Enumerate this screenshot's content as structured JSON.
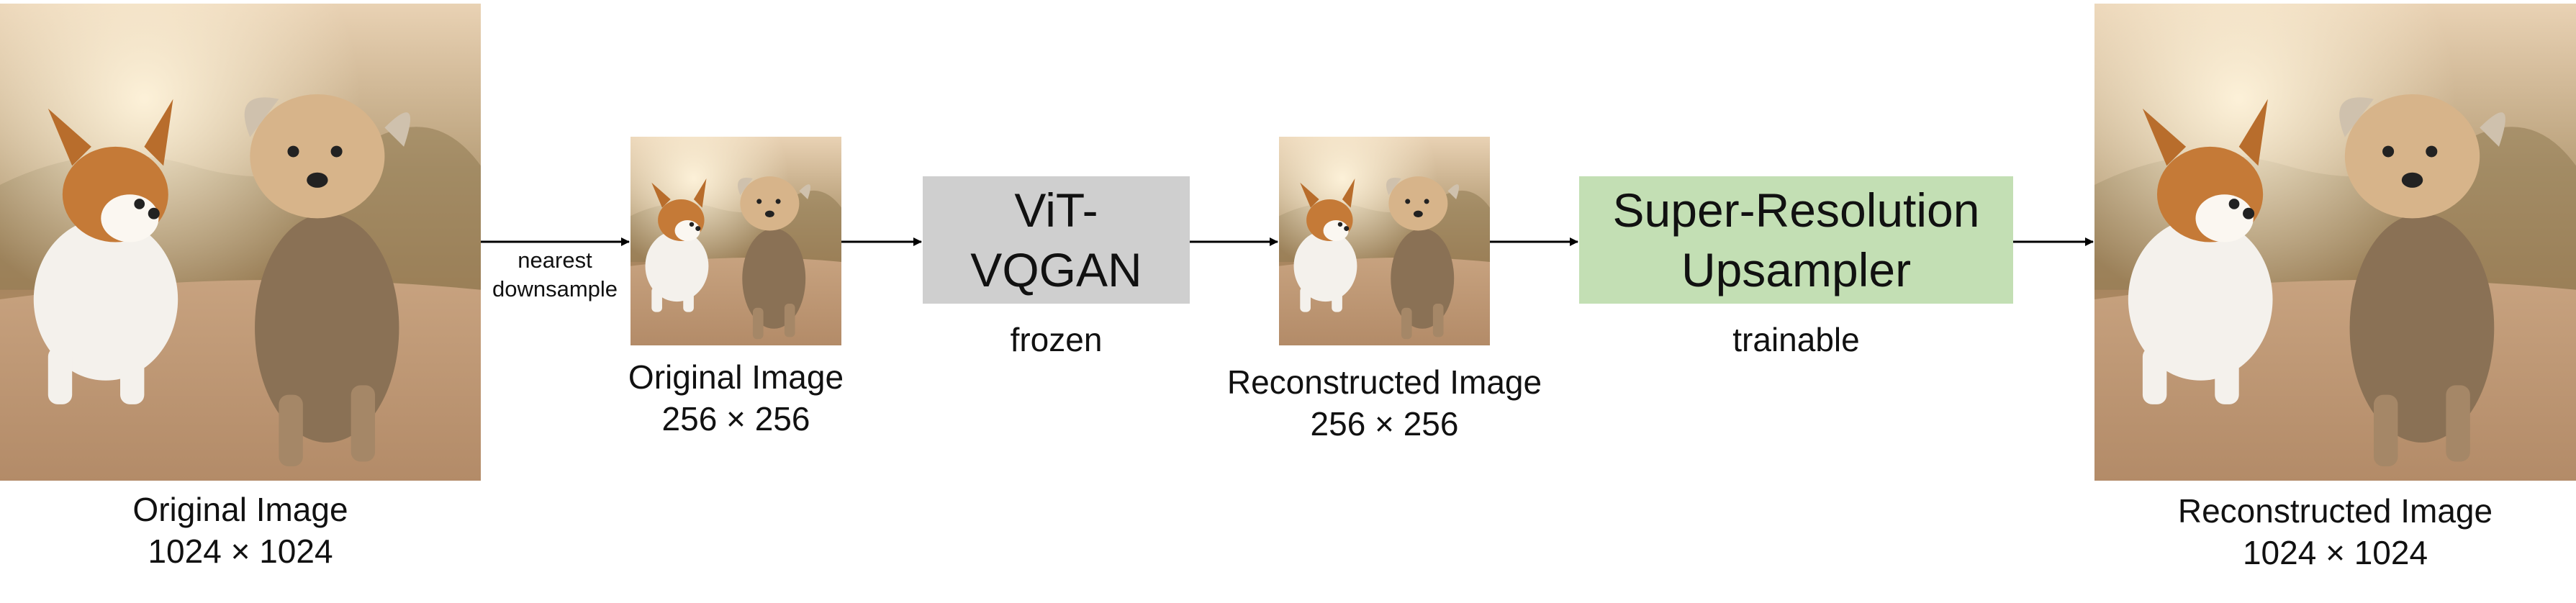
{
  "nodes": {
    "input_image": {
      "caption": "Original Image",
      "size": "1024 × 1024"
    },
    "downsampled_image": {
      "caption": "Original Image",
      "size": "256 × 256"
    },
    "vit_vqgan": {
      "line1": "ViT-",
      "line2": "VQGAN",
      "status": "frozen"
    },
    "reconstructed_small": {
      "caption": "Reconstructed Image",
      "size": "256 × 256"
    },
    "upsampler": {
      "line1": "Super-Resolution",
      "line2": "Upsampler",
      "status": "trainable"
    },
    "output_image": {
      "caption": "Reconstructed Image",
      "size": "1024 × 1024"
    }
  },
  "edges": {
    "downsample_label_line1": "nearest",
    "downsample_label_line2": "downsample"
  },
  "colors": {
    "vit_block": "#cfcfcf",
    "upsampler_block": "#c3dfb4",
    "arrow": "#000000"
  }
}
